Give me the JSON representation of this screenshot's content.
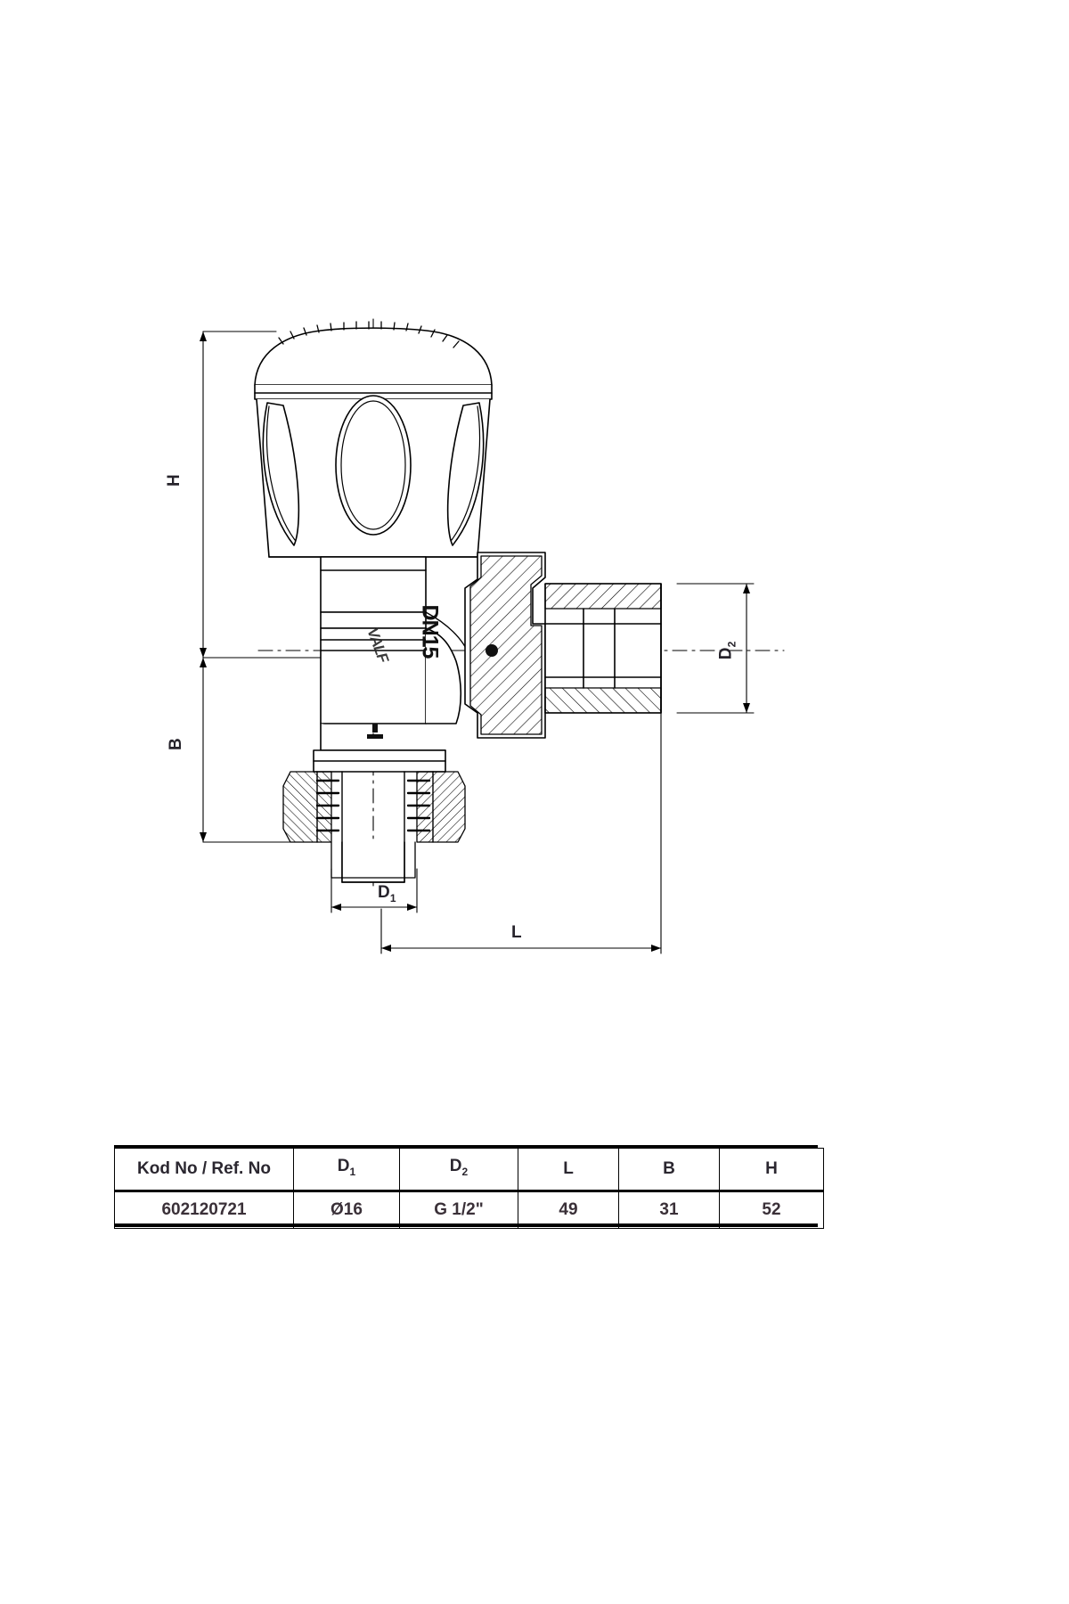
{
  "document": {
    "type": "technical-drawing",
    "subject": "Angle radiator valve cross-section drawing with dimension callouts"
  },
  "drawing": {
    "dimension_labels": {
      "height": "H",
      "body": "B",
      "length": "L",
      "diameter_1_base": "D",
      "diameter_1_sub": "1",
      "diameter_2_base": "D",
      "diameter_2_sub": "2"
    },
    "body_markings": {
      "nominal_diameter": "DN15",
      "brand": "VALF"
    }
  },
  "spec_table": {
    "headers": [
      {
        "base": "Kod No / Ref. No",
        "sub": ""
      },
      {
        "base": "D",
        "sub": "1"
      },
      {
        "base": "D",
        "sub": "2"
      },
      {
        "base": "L",
        "sub": ""
      },
      {
        "base": "B",
        "sub": ""
      },
      {
        "base": "H",
        "sub": ""
      }
    ],
    "rows": [
      {
        "ref_no": "602120721",
        "d1": "Ø16",
        "d2": "G 1/2\"",
        "l": "49",
        "b": "31",
        "h": "52"
      }
    ]
  },
  "colors": {
    "line": "#000000",
    "text": "#2b2730",
    "background": "#ffffff"
  }
}
